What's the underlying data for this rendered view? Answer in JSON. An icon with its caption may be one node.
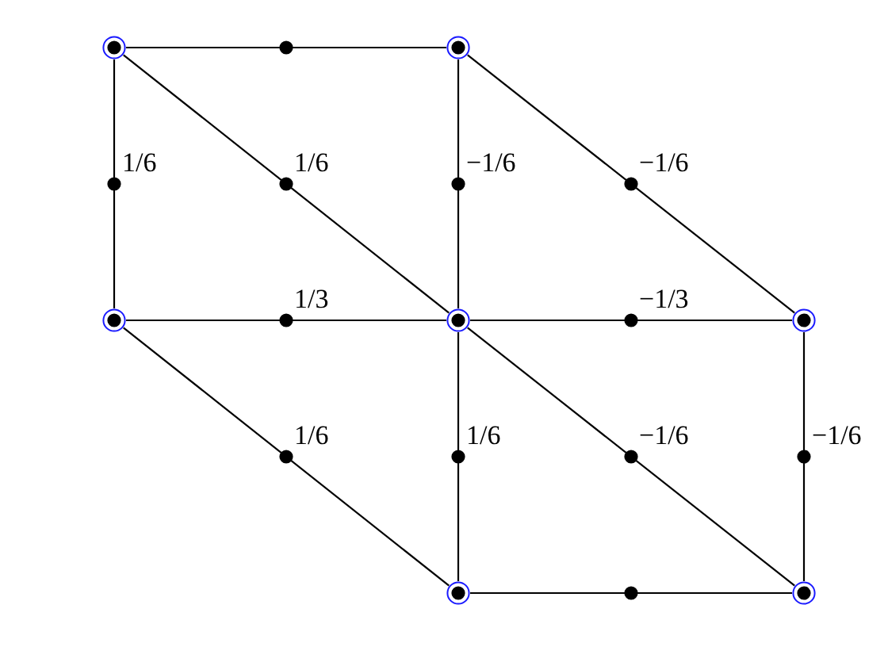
{
  "diagram": {
    "nodes": [
      {
        "text": [],
        "shape": "circle"
      },
      {
        "text": [],
        "shape": "circle"
      },
      {
        "text": [],
        "shape": "circle"
      },
      {
        "text": [],
        "shape": "circle"
      },
      {
        "text": [],
        "shape": "circle"
      },
      {
        "text": [],
        "shape": "circle"
      },
      {
        "text": [],
        "shape": "circle"
      }
    ],
    "edges": [
      {
        "from": 0,
        "to": 1,
        "arrow": "none"
      },
      {
        "from": 0,
        "to": 2,
        "arrow": "none",
        "label": "1/6"
      },
      {
        "from": 0,
        "to": 3,
        "arrow": "none",
        "label": "1/6"
      },
      {
        "from": 1,
        "to": 3,
        "arrow": "none",
        "label": "−1/6"
      },
      {
        "from": 1,
        "to": 4,
        "arrow": "none",
        "label": "−1/6"
      },
      {
        "from": 2,
        "to": 3,
        "arrow": "none",
        "label": "1/3"
      },
      {
        "from": 3,
        "to": 4,
        "arrow": "none",
        "label": "−1/3"
      },
      {
        "from": 2,
        "to": 5,
        "arrow": "none",
        "label": "1/6"
      },
      {
        "from": 3,
        "to": 5,
        "arrow": "none",
        "label": "1/6"
      },
      {
        "from": 3,
        "to": 6,
        "arrow": "none",
        "label": "−1/6"
      },
      {
        "from": 4,
        "to": 6,
        "arrow": "none",
        "label": "−1/6"
      },
      {
        "from": 5,
        "to": 6,
        "arrow": "none"
      }
    ]
  }
}
